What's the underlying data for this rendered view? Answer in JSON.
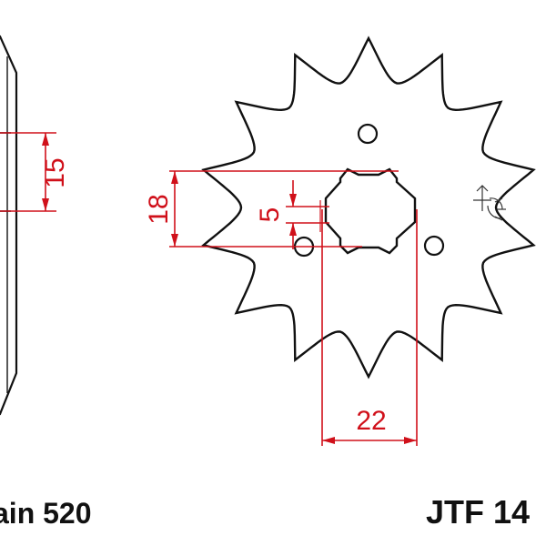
{
  "colors": {
    "outline": "#111111",
    "dimension": "#d0101a",
    "background": "#ffffff"
  },
  "sprocket": {
    "teeth": 14,
    "code_label": "JTF 14",
    "chain_label": "ain 520"
  },
  "dimensions": {
    "side_width": "15",
    "height": "18",
    "spline_depth": "5",
    "bore": "22"
  }
}
